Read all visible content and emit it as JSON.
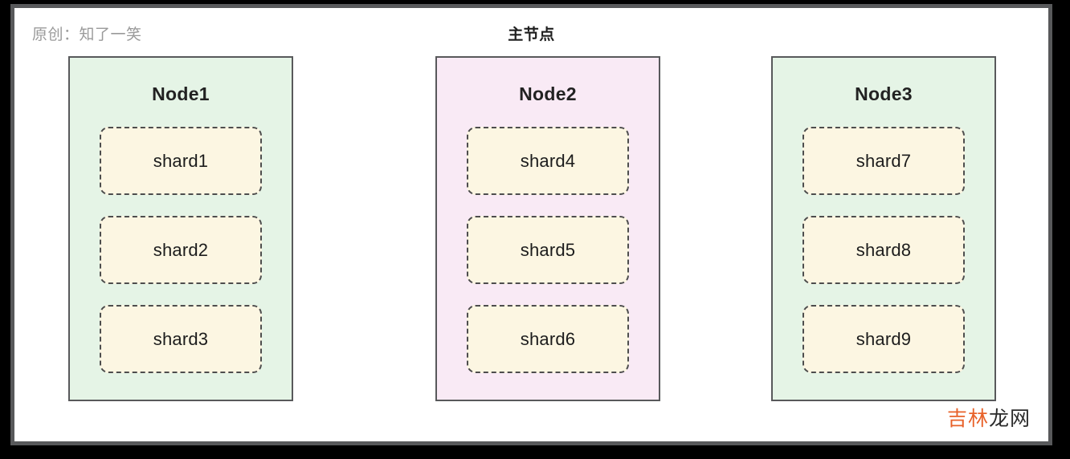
{
  "watermarks": {
    "origin_label": "原创：知了一笑",
    "site_accent": "吉林",
    "site_plain": "龙网",
    "accent_color": "#e8622a",
    "plain_color": "#2b2b2b"
  },
  "diagram": {
    "master_title": "主节点",
    "frame_border_color": "#58595b",
    "background_color": "#ffffff",
    "nodes": [
      {
        "title": "Node1",
        "fill": "green",
        "fill_color": "#e5f4e6",
        "border_color": "#58595b",
        "is_master": false,
        "shards": [
          {
            "label": "shard1"
          },
          {
            "label": "shard2"
          },
          {
            "label": "shard3"
          }
        ]
      },
      {
        "title": "Node2",
        "fill": "pink",
        "fill_color": "#f9eaf5",
        "border_color": "#58595b",
        "is_master": true,
        "shards": [
          {
            "label": "shard4"
          },
          {
            "label": "shard5"
          },
          {
            "label": "shard6"
          }
        ]
      },
      {
        "title": "Node3",
        "fill": "green",
        "fill_color": "#e5f4e6",
        "border_color": "#58595b",
        "is_master": false,
        "shards": [
          {
            "label": "shard7"
          },
          {
            "label": "shard8"
          },
          {
            "label": "shard9"
          }
        ]
      }
    ],
    "shard_style": {
      "fill_color": "#fcf6e2",
      "border_color": "#4d4d4d",
      "border_style": "dashed"
    }
  }
}
